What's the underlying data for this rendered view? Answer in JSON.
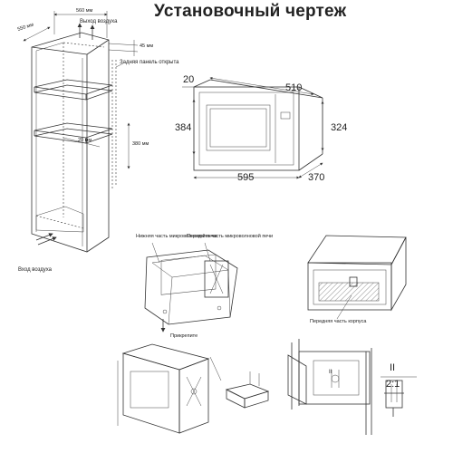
{
  "title": "Установочный чертеж",
  "cabinet": {
    "dim_top_width": "560 мм",
    "dim_top_depth": "550 мм",
    "air_outlet": "Выход воздуха",
    "dim_45": "45 мм",
    "back_panel": "Задняя панель открыта",
    "dim_380": "380 мм",
    "dim_20": "20 мм",
    "air_inlet": "Вход воздуха"
  },
  "oven": {
    "dim_20": "20",
    "dim_510": "510",
    "dim_384": "384",
    "dim_324": "324",
    "dim_595": "595",
    "dim_370": "370"
  },
  "mounting": {
    "lower_part": "Нижняя часть микроволновой печи",
    "front_part": "Передняя часть микроволновой печи",
    "fasten": "Прикрепите",
    "front_case": "Передняя часть корпуса",
    "detail_ii": "II",
    "detail_21": "2:1"
  }
}
